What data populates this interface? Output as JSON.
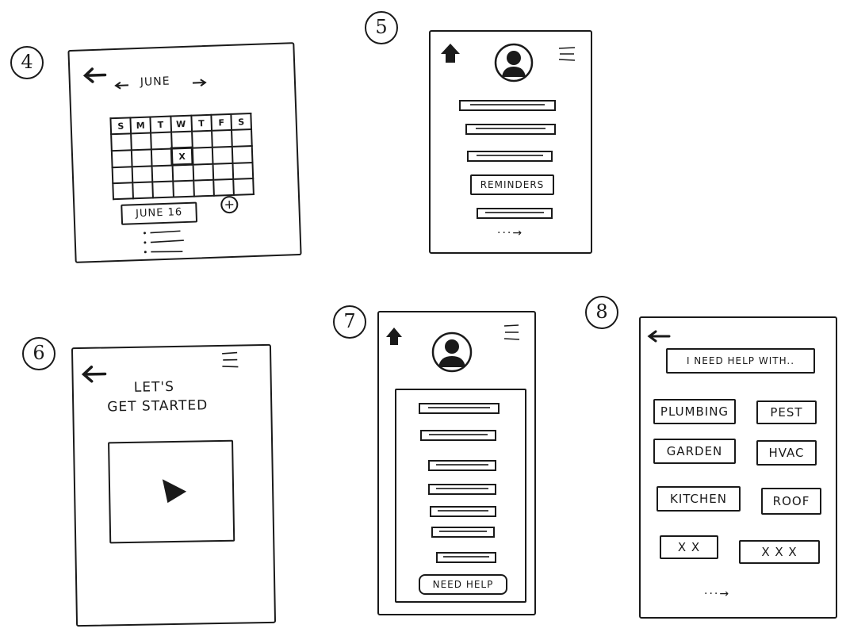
{
  "screens": {
    "s4": {
      "number": "4",
      "month": "JUNE",
      "weekdays": [
        "S",
        "M",
        "T",
        "W",
        "T",
        "F",
        "S"
      ],
      "marked": "X",
      "date_button": "JUNE 16",
      "add": "+"
    },
    "s5": {
      "number": "5",
      "reminders": "REMINDERS",
      "more": "···→"
    },
    "s6": {
      "number": "6",
      "title_line1": "LET'S",
      "title_line2": "GET STARTED"
    },
    "s7": {
      "number": "7",
      "need_help": "NEED HELP"
    },
    "s8": {
      "number": "8",
      "prompt": "I NEED HELP WITH..",
      "categories": [
        "PLUMBING",
        "PEST",
        "GARDEN",
        "HVAC",
        "KITCHEN",
        "ROOF",
        "X X",
        "X X X"
      ],
      "more": "···→"
    }
  }
}
